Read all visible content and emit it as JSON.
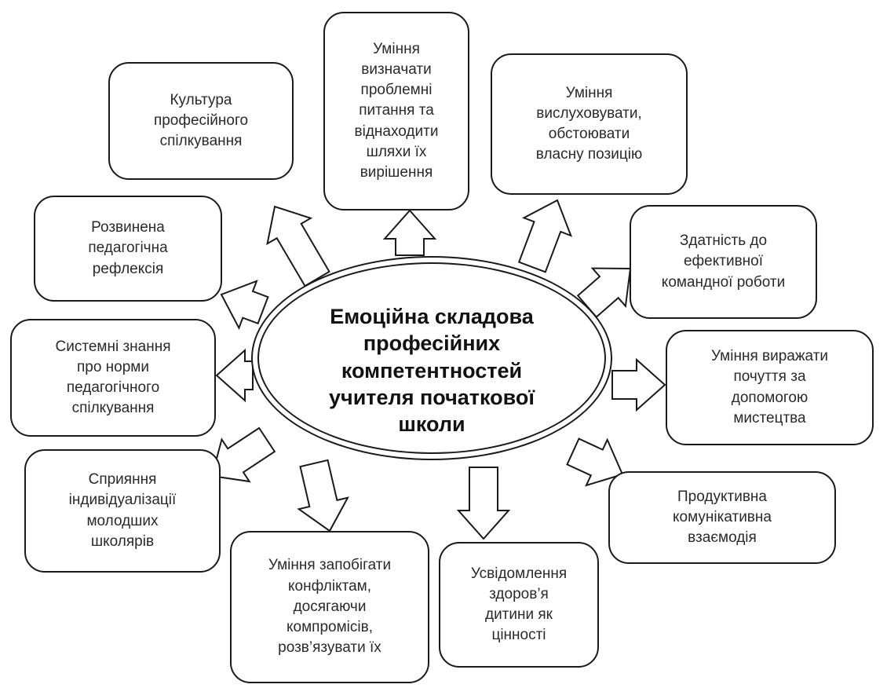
{
  "center": {
    "label": "Емоційна складова\nпрофесійних\nкомпетентностей\nучителя початкової\nшколи"
  },
  "boxes": [
    {
      "id": "culture",
      "text": "Культура\nпрофесійного\nспілкування"
    },
    {
      "id": "problems",
      "text": "Уміння\nвизначати\nпроблемні\nпитання  та\nвіднаходити\nшляхи їх\nвирішення"
    },
    {
      "id": "listen",
      "text": "Уміння\nвислуховувати,\nобстоювати\nвласну позицію"
    },
    {
      "id": "reflection",
      "text": "Розвинена\nпедагогічна\nрефлексія"
    },
    {
      "id": "team",
      "text": "Здатність до\nефективної\nкомандної роботи"
    },
    {
      "id": "norms",
      "text": "Системні знання\nпро норми\nпедагогічного\nспілкування"
    },
    {
      "id": "art",
      "text": "Уміння виражати\nпочуття за\nдопомогою\nмистецтва"
    },
    {
      "id": "individual",
      "text": "Сприяння\nіндивідуалізації\nмолодших\nшколярів"
    },
    {
      "id": "productive",
      "text": "Продуктивна\nкомунікативна\nвзаємодія"
    },
    {
      "id": "conflicts",
      "text": "Уміння запобігати\nконфліктам,\nдосягаючи\nкомпромісів,\nрозв’язувати їх"
    },
    {
      "id": "health",
      "text": "Усвідомлення\nздоров’я\nдитини як\nцінності"
    }
  ],
  "colors": {
    "stroke": "#1a1a1a",
    "fill": "#ffffff",
    "text": "#2a2a2a"
  }
}
